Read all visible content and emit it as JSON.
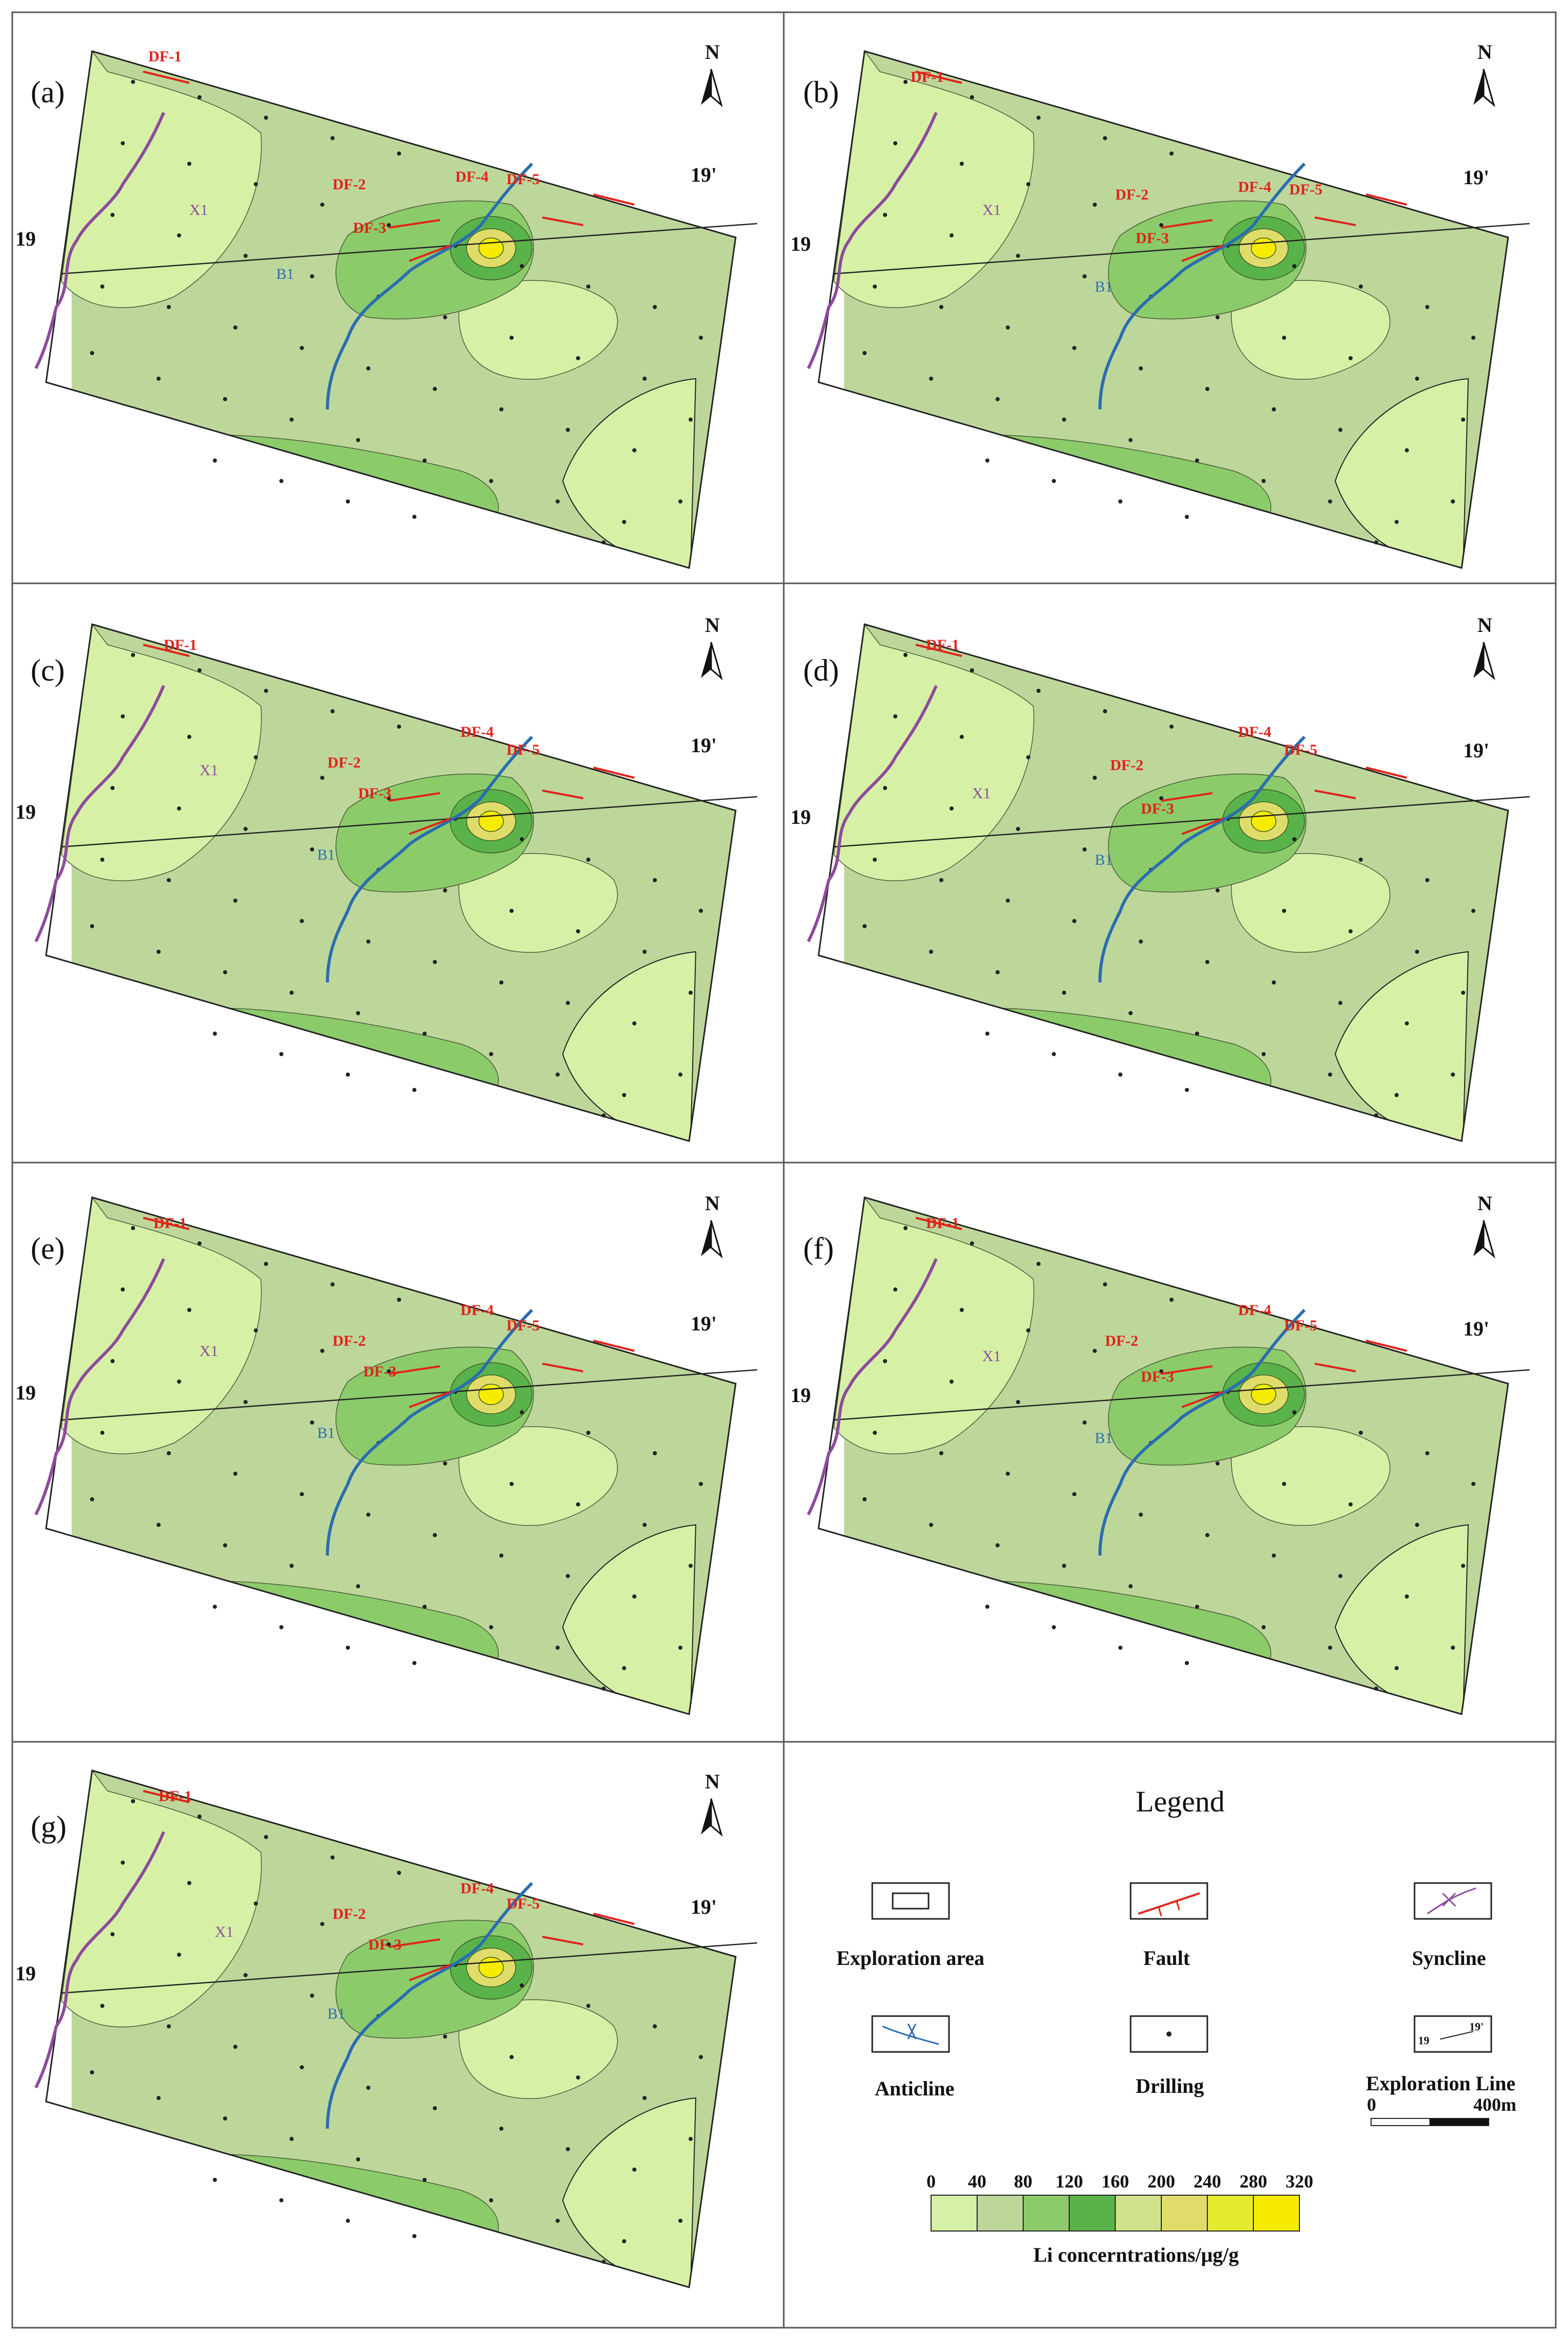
{
  "panels": [
    {
      "label": "(a)"
    },
    {
      "label": "(b)"
    },
    {
      "label": "(c)"
    },
    {
      "label": "(d)"
    },
    {
      "label": "(e)"
    },
    {
      "label": "(f)"
    },
    {
      "label": "(g)"
    }
  ],
  "map_labels": {
    "north": "N",
    "faults": [
      "DF-1",
      "DF-2",
      "DF-3",
      "DF-4",
      "DF-5"
    ],
    "syncline": "X1",
    "anticline": "B1",
    "line_start": "19",
    "line_end": "19'"
  },
  "legend": {
    "title": "Legend",
    "items": {
      "exploration_area": "Exploration area",
      "fault": "Fault",
      "syncline": "Syncline",
      "anticline": "Anticline",
      "drilling": "Drilling",
      "exploration_line": "Exploration Line",
      "icon_line_start": "19",
      "icon_line_end": "19'"
    },
    "scale": {
      "start": "0",
      "end": "400m"
    },
    "color_scale": {
      "ticks": [
        "0",
        "40",
        "80",
        "120",
        "160",
        "200",
        "240",
        "280",
        "320"
      ],
      "colors": [
        "#d6f1a6",
        "#bdd79b",
        "#8ccb6a",
        "#5ab34a",
        "#cfe28a",
        "#dfdc6a",
        "#e6ea2e",
        "#f7ec00"
      ],
      "label": "Li concerntrations/μg/g"
    }
  },
  "colors": {
    "syncline": "#8e4a9c",
    "anticline": "#2a6db0",
    "fault": "#e0231b"
  }
}
